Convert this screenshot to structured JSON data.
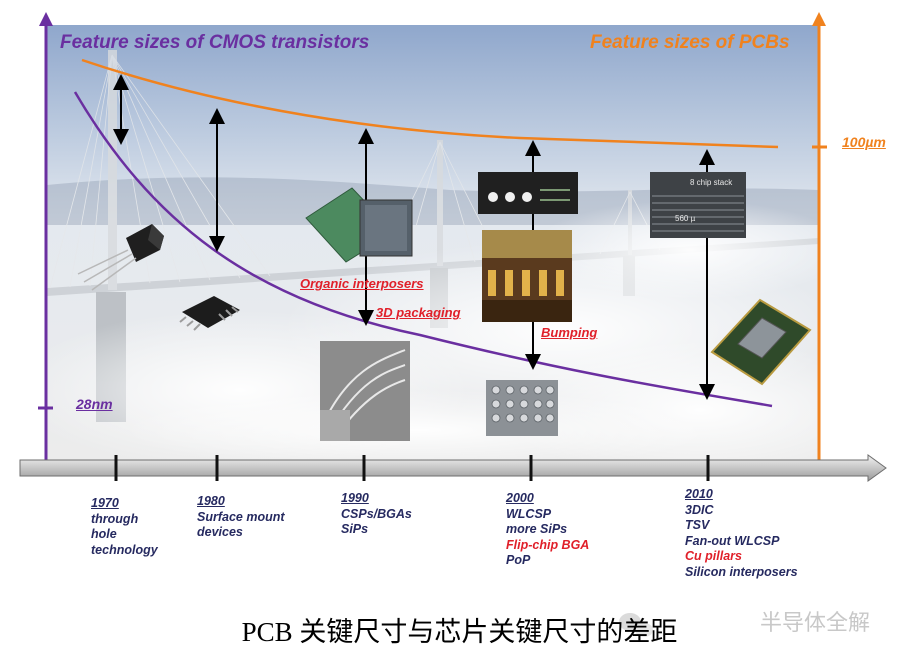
{
  "titles": {
    "cmos": "Feature sizes of CMOS transistors",
    "pcb": "Feature sizes of PCBs"
  },
  "scale_labels": {
    "pcb": "100µm",
    "cmos": "28nm"
  },
  "tech_labels": {
    "organic_interposers": "Organic interposers",
    "packaging_3d": "3D packaging",
    "bumping": "Bumping"
  },
  "timeline": [
    {
      "year": "1970",
      "items": [
        "through",
        "hole",
        "technology"
      ]
    },
    {
      "year": "1980",
      "items": [
        "Surface mount",
        "devices"
      ]
    },
    {
      "year": "1990",
      "items": [
        "CSPs/BGAs",
        "SiPs"
      ]
    },
    {
      "year": "2000",
      "items": [
        "WLCSP",
        "more SiPs",
        "Flip-chip BGA",
        "PoP"
      ]
    },
    {
      "year": "2010",
      "items": [
        "3DIC",
        "TSV",
        "Fan-out WLCSP",
        "Cu pillars",
        "Silicon interposers"
      ]
    }
  ],
  "photo_labels": {
    "chip_stack": "8 chip stack",
    "chip_stack_dim": "560 µ"
  },
  "caption": "PCB 关键尺寸与芯片关键尺寸的差距",
  "watermark": "半导体全解",
  "colors": {
    "cmos": "#6a2fa0",
    "pcb": "#f0821e",
    "highlight": "#e0202a",
    "timeline_text": "#262a60"
  }
}
